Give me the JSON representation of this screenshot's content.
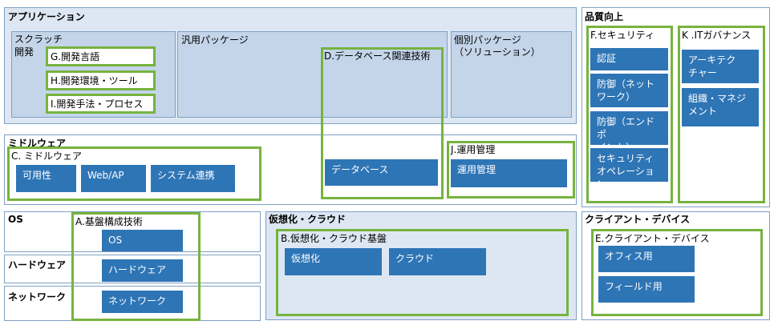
{
  "sections": {
    "application": "アプリケーション",
    "middleware": "ミドルウェア",
    "os": "OS",
    "hardware": "ハードウェア",
    "network": "ネットワーク",
    "virtualization": "仮想化・クラウド",
    "quality": "品質向上",
    "client": "クライアント・デバイス"
  },
  "app": {
    "scratch_line1": "スクラッチ",
    "scratch_line2": "開発",
    "package": "汎用パッケージ",
    "custom_line1": "個別パッケージ",
    "custom_line2": "（ソリューション）"
  },
  "groups": {
    "G": "G.開発言語",
    "H": "H.開発環境・ツール",
    "I": "I.開発手法・プロセス",
    "D": "D.データベース関連技術",
    "C": "C. ミドルウェア",
    "J": "J.運用管理",
    "A": "A.基盤構成技術",
    "B": "B.仮想化・クラウド基盤",
    "E": "E.クライアント・デバイス",
    "F": "F.セキュリティ",
    "K": "K .ITガバナンス"
  },
  "boxes": {
    "database": "データベース",
    "availability": "可用性",
    "webap": "Web/AP",
    "integration": "システム連携",
    "opsmgmt": "運用管理",
    "os": "OS",
    "hardware": "ハードウェア",
    "network": "ネットワーク",
    "virtualization": "仮想化",
    "cloud": "クラウド",
    "office": "オフィス用",
    "field": "フィールド用",
    "auth": "認証",
    "defense_network_1": "防御（ネット",
    "defense_network_2": "ワーク）",
    "defense_endpoint_1": "防御（エンドポ",
    "defense_endpoint_2": "イント）",
    "secops_1": "セキュリティ",
    "secops_2": "オペレーション",
    "architecture_1": "アーキテク",
    "architecture_2": "チャー",
    "orgmgmt_1": "組織・マネジ",
    "orgmgmt_2": "メント"
  }
}
